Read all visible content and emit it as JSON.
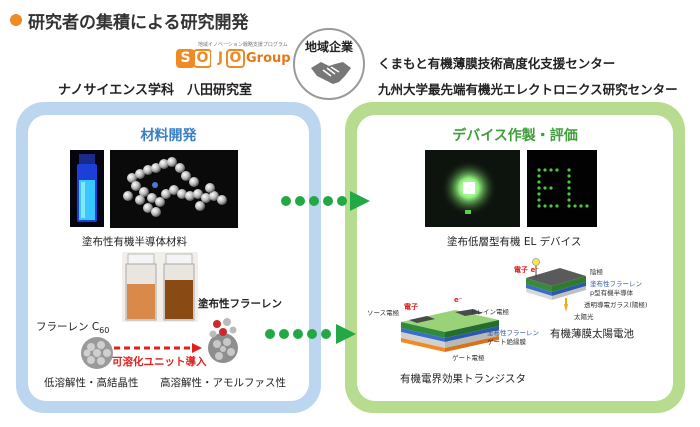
{
  "header": {
    "title": "研究者の集積による研究開発"
  },
  "logo": {
    "tagline": "地域イノベーション戦略支援プログラム",
    "letters": [
      "S",
      "O",
      "J",
      "O"
    ],
    "group": "Group"
  },
  "lab": {
    "name": "ナノサイエンス学科　八田研究室"
  },
  "partner": {
    "label": "地域企業",
    "icon": "handshake-icon"
  },
  "center": {
    "line1": "くまもと有機薄膜技術高度化支援センター",
    "line2": "九州大学最先端有機光エレクトロニクス研究センター"
  },
  "materials": {
    "title": "材料開発",
    "semiconductor_caption": "塗布性有機半導体材料",
    "fullerene_label": "フラーレン C",
    "fullerene_sub": "60",
    "fullerene_props": "低溶解性・高結晶性",
    "unit_label": "可溶化ユニット導入",
    "coatable_label": "塗布性フラーレン",
    "coatable_props": "高溶解性・アモルファス性"
  },
  "devices": {
    "title": "デバイス作製・評価",
    "el_caption": "塗布低層型有機 EL デバイス",
    "el_text": "EL",
    "solar": {
      "electron": "電子",
      "electron_sym": "e⁻",
      "cathode": "陰極",
      "fullerene": "塗布性フラーレン",
      "p_type": "p型有機半導体",
      "glass": "透明導電ガラス(陽極)",
      "sunlight": "太陽光",
      "caption": "有機薄膜太陽電池"
    },
    "transistor": {
      "source": "ソース電極",
      "electron": "電子",
      "electron_sym": "e⁻",
      "drain": "ドレイン電極",
      "fullerene": "塗布性フラーレン",
      "gate_insulator": "ゲート絶縁膜",
      "gate": "ゲート電極",
      "caption": "有機電界効果トランジスタ"
    }
  },
  "colors": {
    "orange": "#f08a24",
    "blue_frame": "#bcd6ef",
    "green_frame": "#b8dc8f",
    "blue_text": "#3a7fc4",
    "green_text": "#3f9f3a",
    "arrow_green": "#22a844",
    "red_arrow": "#e0201c"
  }
}
